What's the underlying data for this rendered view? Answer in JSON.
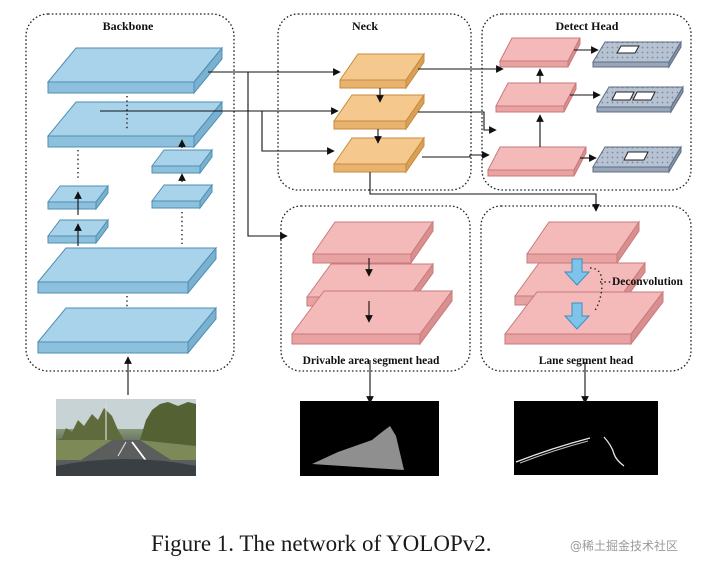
{
  "colors": {
    "backbone_fill": "#a9d3ea",
    "backbone_stroke": "#4f8fb3",
    "neck_fill": "#f5c98e",
    "neck_stroke": "#c98a38",
    "head_fill": "#f4b9b9",
    "head_stroke": "#c97a7a",
    "deconv_arrow": "#7ec4ea"
  },
  "sections": {
    "backbone": "Backbone",
    "neck": "Neck",
    "detect_head": "Detect Head",
    "drivable_head": "Drivable area segment head",
    "lane_head": "Lane segment head"
  },
  "annotations": {
    "deconvolution": "Deconvolution"
  },
  "caption": "Figure 1. The network of YOLOPv2.",
  "watermark": "@稀土掘金技术社区"
}
